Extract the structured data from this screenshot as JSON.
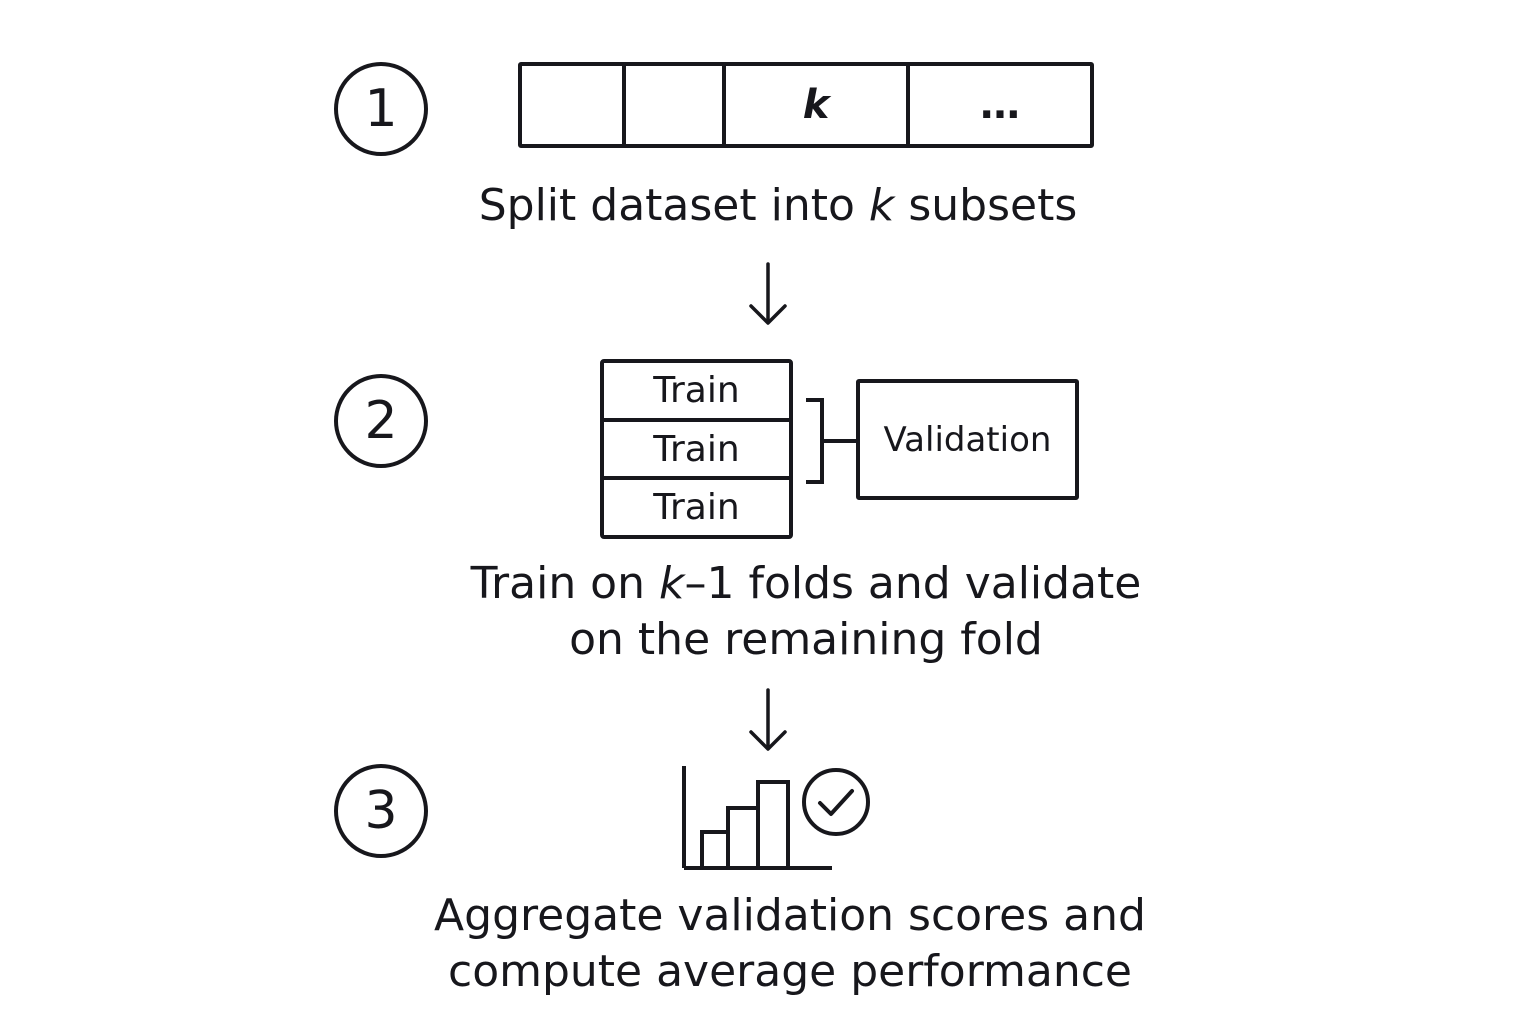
{
  "steps": [
    {
      "number": "1",
      "caption_pre": "Split dataset into ",
      "caption_italic": "k",
      "caption_post": " subsets"
    },
    {
      "number": "2",
      "caption_pre": "Train on ",
      "caption_italic": "k",
      "caption_post": "–1 folds and validate",
      "caption_line2": "on the remaining fold"
    },
    {
      "number": "3",
      "caption_line1": "Aggregate validation scores and",
      "caption_line2": "compute average performance"
    }
  ],
  "subsets": {
    "cells": [
      "",
      "",
      "k",
      "…"
    ]
  },
  "folds": {
    "train_labels": [
      "Train",
      "Train",
      "Train"
    ],
    "validation_label": "Validation"
  },
  "icons": {
    "step1_to_2": "arrow-down-icon",
    "step2_to_3": "arrow-down-icon",
    "result": "bar-chart-check-icon"
  },
  "colors": {
    "ink": "#17171c",
    "background": "#ffffff"
  }
}
